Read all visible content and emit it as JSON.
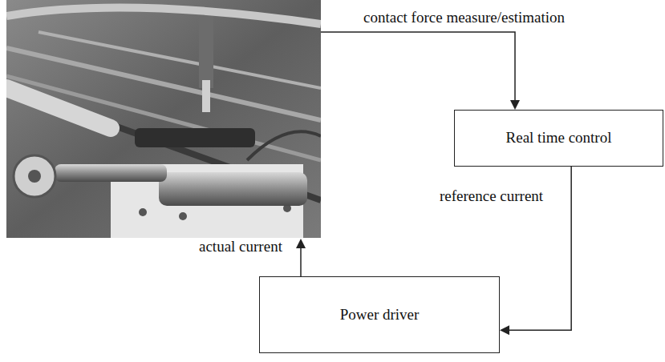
{
  "diagram": {
    "nodes": [
      {
        "text": [
          "Real time control"
        ]
      },
      {
        "text": [
          "Power driver"
        ]
      }
    ],
    "edges": [
      {
        "from": 0,
        "to": 1,
        "label": "reference current",
        "arrow": "to"
      }
    ],
    "labels": [
      "contact force measure/estimation",
      "actual current"
    ]
  }
}
